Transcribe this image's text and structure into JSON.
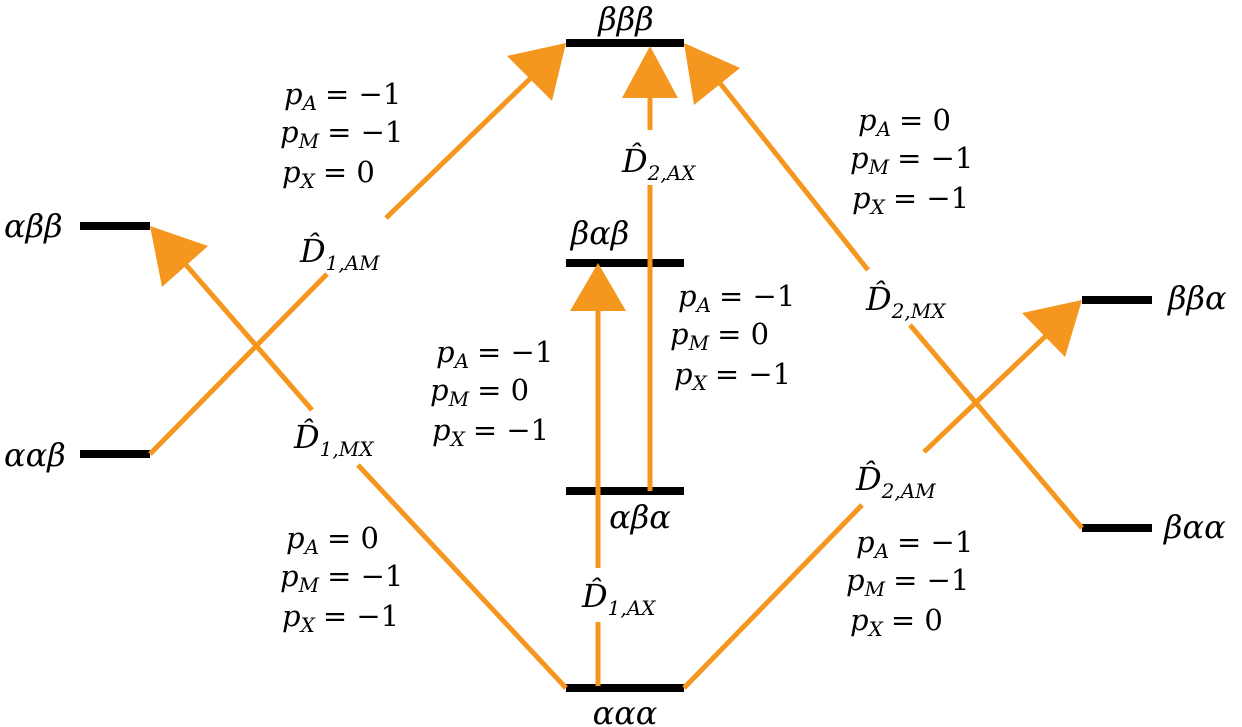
{
  "levels": {
    "aaa": "ααα",
    "aba": "αβα",
    "bab": "βαβ",
    "bbb": "βββ",
    "abb": "αββ",
    "aab": "ααβ",
    "bba": "ββα",
    "baa": "βαα"
  },
  "operators": {
    "d1_am": {
      "symbol": "D̂",
      "sub": "1,AM"
    },
    "d2_ax": {
      "symbol": "D̂",
      "sub": "2,AX"
    },
    "d1_ax": {
      "symbol": "D̂",
      "sub": "1,AX"
    },
    "d1_mx": {
      "symbol": "D̂",
      "sub": "1,MX"
    },
    "d2_mx": {
      "symbol": "D̂",
      "sub": "2,MX"
    },
    "d2_am": {
      "symbol": "D̂",
      "sub": "2,AM"
    }
  },
  "conditions": {
    "upper_left": {
      "pa": "= −1",
      "pm": "= −1",
      "px": "= 0"
    },
    "upper_right": {
      "pa": "= 0",
      "pm": "= −1",
      "px": "= −1"
    },
    "center_right": {
      "pa": "= −1",
      "pm": "= 0",
      "px": "= −1"
    },
    "center_left": {
      "pa": "= −1",
      "pm": "= 0",
      "px": "= −1"
    },
    "lower_left": {
      "pa": "= 0",
      "pm": "= −1",
      "px": "= −1"
    },
    "lower_right": {
      "pa": "= −1",
      "pm": "= −1",
      "px": "= 0"
    }
  },
  "symbols": {
    "p": "p",
    "sub_a": "A",
    "sub_m": "M",
    "sub_x": "X"
  },
  "colors": {
    "transition": "#f5961e",
    "level": "#000000"
  }
}
